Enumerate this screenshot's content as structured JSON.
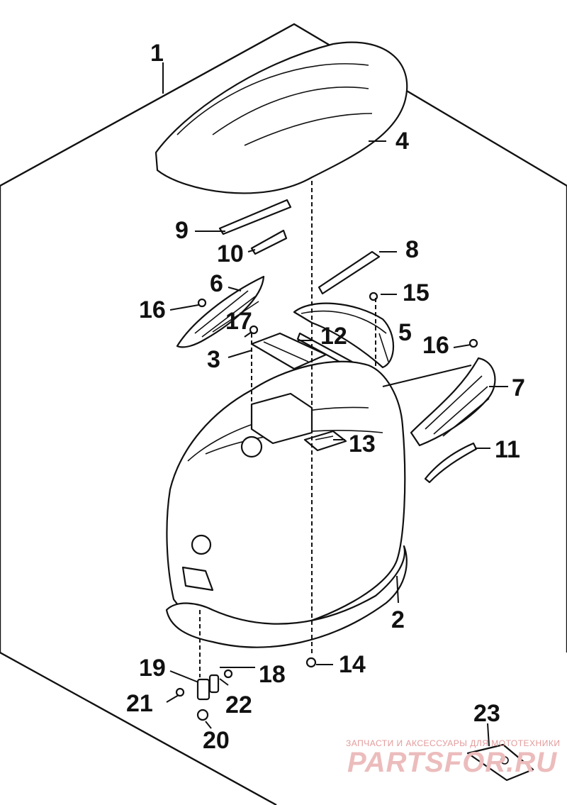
{
  "diagram": {
    "callouts": [
      {
        "id": "1",
        "text": "1"
      },
      {
        "id": "2",
        "text": "2"
      },
      {
        "id": "3",
        "text": "3"
      },
      {
        "id": "4",
        "text": "4"
      },
      {
        "id": "5",
        "text": "5"
      },
      {
        "id": "6",
        "text": "6"
      },
      {
        "id": "7",
        "text": "7"
      },
      {
        "id": "8",
        "text": "8"
      },
      {
        "id": "9",
        "text": "9"
      },
      {
        "id": "10",
        "text": "10"
      },
      {
        "id": "11",
        "text": "11"
      },
      {
        "id": "12",
        "text": "12"
      },
      {
        "id": "13",
        "text": "13"
      },
      {
        "id": "14",
        "text": "14"
      },
      {
        "id": "15",
        "text": "15"
      },
      {
        "id": "16a",
        "text": "16"
      },
      {
        "id": "16b",
        "text": "16"
      },
      {
        "id": "17",
        "text": "17"
      },
      {
        "id": "18",
        "text": "18"
      },
      {
        "id": "19",
        "text": "19"
      },
      {
        "id": "20",
        "text": "20"
      },
      {
        "id": "21",
        "text": "21"
      },
      {
        "id": "22",
        "text": "22"
      },
      {
        "id": "23",
        "text": "23"
      }
    ]
  },
  "watermark": {
    "caption": "ЗАПЧАСТИ И АКСЕССУАРЫ ДЛЯ МОТОТЕХНИКИ",
    "brand": "PARTSFOR.RU",
    "color": "#e39a9a"
  },
  "colors": {
    "line": "#111111",
    "background": "#ffffff"
  }
}
